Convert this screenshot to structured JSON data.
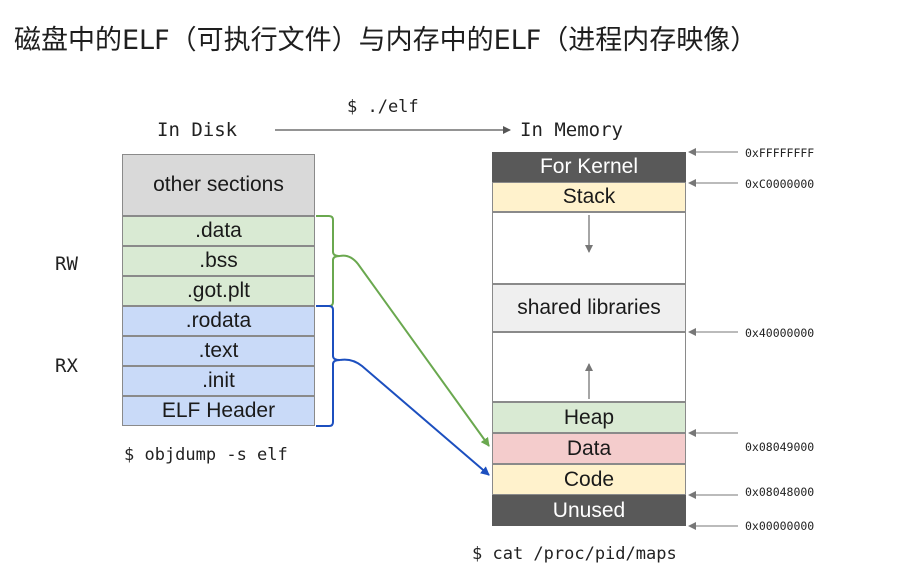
{
  "title": "磁盘中的ELF（可执行文件）与内存中的ELF（进程内存映像）",
  "run_command": "$ ./elf",
  "disk": {
    "label": "In Disk",
    "sections": [
      ".data",
      ".bss",
      ".got.plt",
      ".rodata",
      ".text",
      ".init",
      "ELF Header"
    ],
    "other": "other sections",
    "rw_label": "RW",
    "rx_label": "RX",
    "command": "$ objdump -s elf"
  },
  "memory": {
    "label": "In Memory",
    "regions": {
      "kernel": "For Kernel",
      "stack": "Stack",
      "shared": "shared libraries",
      "heap": "Heap",
      "data": "Data",
      "code": "Code",
      "unused": "Unused"
    },
    "addresses": [
      "0xFFFFFFFF",
      "0xC0000000",
      "0x40000000",
      "0x08049000",
      "0x08048000",
      "0x00000000"
    ],
    "command": "$ cat /proc/pid/maps"
  },
  "colors": {
    "rw_arrow": "#6aa84f",
    "rx_arrow": "#1c4fbf",
    "kernel": "#595959",
    "stack_code": "#fff2cc",
    "heap_rw": "#d9ead3",
    "data": "#f4cccc",
    "rx": "#c9daf8"
  }
}
